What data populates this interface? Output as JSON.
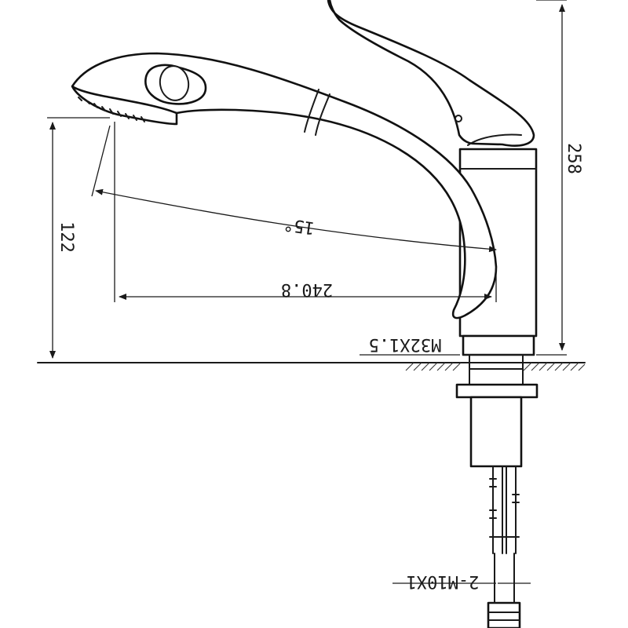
{
  "diagram": {
    "dimensions": {
      "total_height": "258",
      "spout_height": "122",
      "spout_reach": "240.8",
      "swivel_angle": "15°",
      "mount_thread": "M32X1.5",
      "supply_thread": "2-M10X1"
    }
  }
}
